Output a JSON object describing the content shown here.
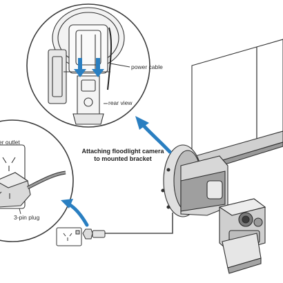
{
  "labels": {
    "power_cable": "power cable",
    "rear_view": "rear view",
    "caption_line1": "Attaching floodlight camera",
    "caption_line2": "to mounted bracket",
    "power_outlet": "er outlet",
    "plug": "3-pin plug"
  },
  "colors": {
    "arrow_blue": "#2a7fc1",
    "line": "#333333",
    "panel_gray": "#9a9a9a",
    "body_gray": "#d9d9d9"
  }
}
